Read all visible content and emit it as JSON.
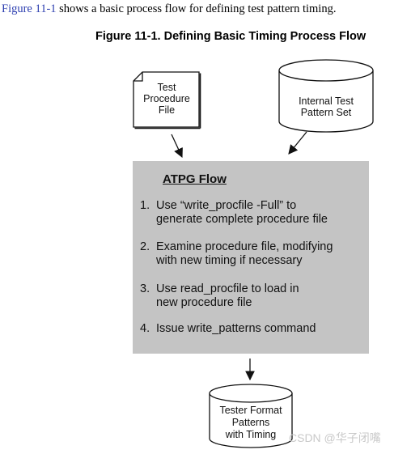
{
  "intro": {
    "link_text": "Figure 11-1",
    "rest_text": " shows a basic process flow for defining test pattern timing."
  },
  "figure_title": "Figure 11-1. Defining Basic Timing Process Flow",
  "nodes": {
    "test_procedure_file": [
      "Test",
      "Procedure",
      "File"
    ],
    "internal_pattern_set": [
      "Internal Test",
      "Pattern Set"
    ],
    "tester_format_patterns": [
      "Tester Format",
      "Patterns",
      "with Timing"
    ]
  },
  "atpg_flow": {
    "title": "ATPG Flow",
    "steps": [
      {
        "num": "1.",
        "line1": "Use “write_procfile -Full” to",
        "line2": "generate complete procedure file"
      },
      {
        "num": "2.",
        "line1": "Examine procedure file, modifying",
        "line2": "with new timing if necessary"
      },
      {
        "num": "3.",
        "line1": "Use read_procfile to load in",
        "line2": "new procedure file"
      },
      {
        "num": "4.",
        "line1": "Issue write_patterns command",
        "line2": ""
      }
    ]
  },
  "watermark": "CSDN @华子闭嘴",
  "colors": {
    "flow_box_fill": "#c4c4c4",
    "link_color": "#2d3fb0",
    "line_color": "#111111"
  }
}
